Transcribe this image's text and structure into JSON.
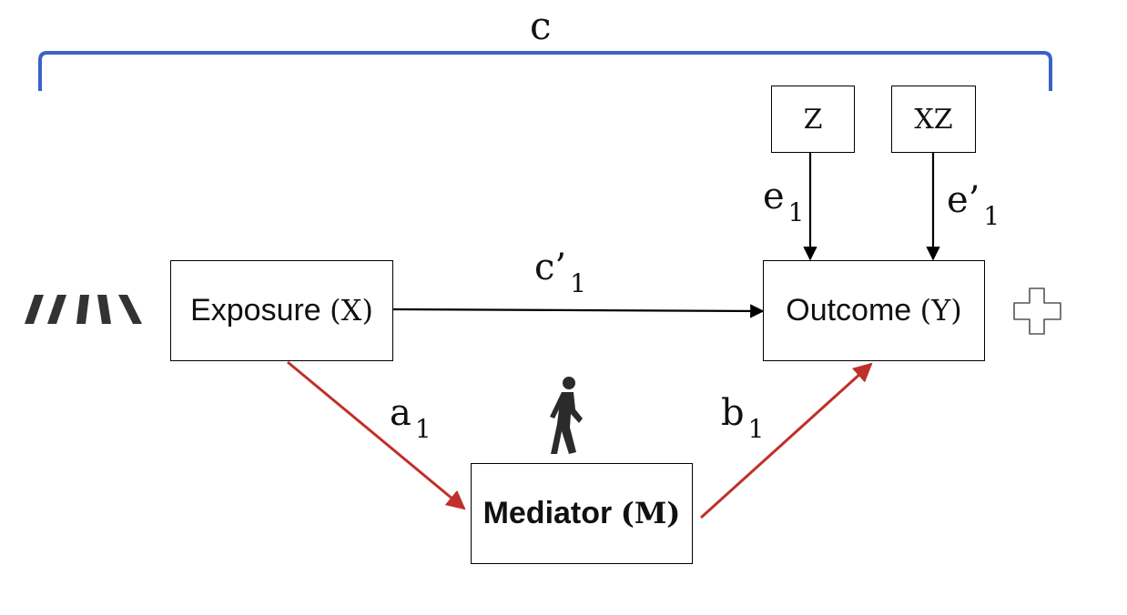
{
  "total_effect": {
    "label": "c"
  },
  "nodes": {
    "exposure": {
      "label": "Exposure",
      "var": "(X)"
    },
    "outcome": {
      "label": "Outcome",
      "var": "(Y)"
    },
    "mediator": {
      "label": "Mediator",
      "var": "(M)"
    },
    "z": {
      "label": "Z"
    },
    "xz": {
      "label": "XZ"
    }
  },
  "edges": {
    "direct": {
      "letter": "c’",
      "sub": "1"
    },
    "a_path": {
      "letter": "a",
      "sub": "1"
    },
    "b_path": {
      "letter": "b",
      "sub": "1"
    },
    "z_to_outcome": {
      "letter": "e",
      "sub": "1"
    },
    "xz_to_outcome": {
      "letter": "e’",
      "sub": "1"
    }
  },
  "icons": {
    "exposure": "crosswalk-icon",
    "mediator": "walking-person-icon",
    "outcome": "health-cross-icon"
  },
  "colors": {
    "brace": "#3a62c6",
    "mediation_path": "#c0302a",
    "direct_path": "#000000"
  }
}
